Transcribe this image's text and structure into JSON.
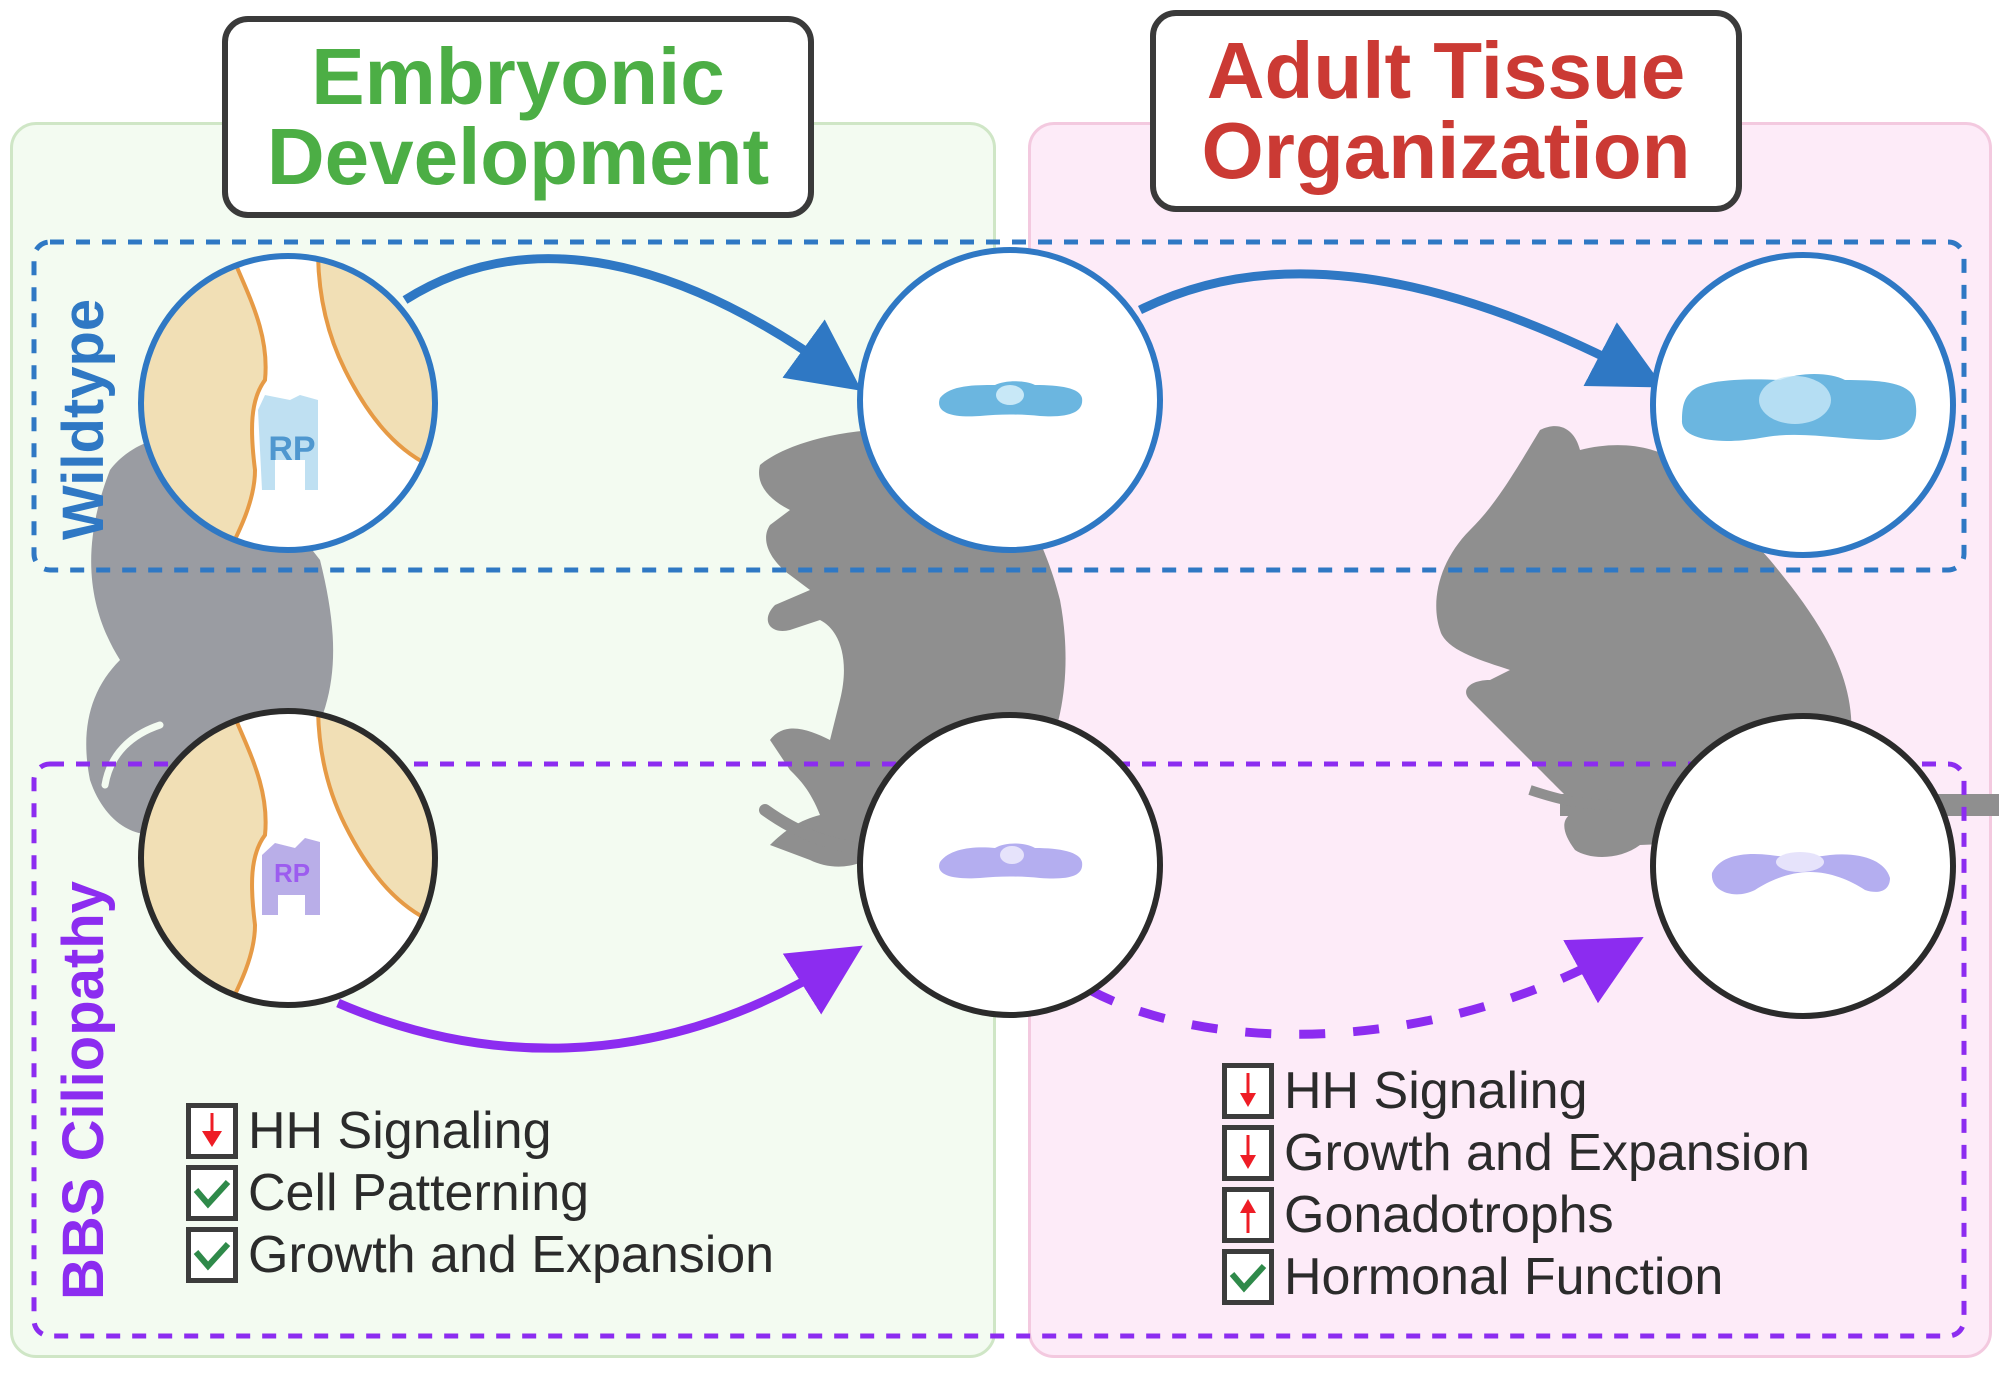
{
  "headers": {
    "embryonic": {
      "line1": "Embryonic",
      "line2": "Development"
    },
    "adult": {
      "line1": "Adult Tissue",
      "line2": "Organization"
    }
  },
  "rows": {
    "wildtype": "Wildtype",
    "bbs": "BBS Ciliopathy"
  },
  "rp_label": "RP",
  "legends": {
    "embryonic": [
      {
        "label": "HH Signaling",
        "icon": "arrow-down-icon"
      },
      {
        "label": "Cell Patterning",
        "icon": "checkmark-icon"
      },
      {
        "label": "Growth and Expansion",
        "icon": "checkmark-icon"
      }
    ],
    "adult": [
      {
        "label": "HH Signaling",
        "icon": "arrow-down-icon"
      },
      {
        "label": "Growth and Expansion",
        "icon": "arrow-down-icon"
      },
      {
        "label": "Gonadotrophs",
        "icon": "arrow-up-icon"
      },
      {
        "label": "Hormonal Function",
        "icon": "checkmark-icon"
      }
    ]
  },
  "colors": {
    "embryonic_title": "#4cae45",
    "adult_title": "#cb3a34",
    "wildtype": "#2f78c4",
    "bbs": "#8c2cf0",
    "embryonic_panel": "#f3fbf1",
    "adult_panel": "#fdebf8",
    "mouse": "#8f8f8f",
    "tissue": "#f1dfb5",
    "tissue_edge": "#e69a45",
    "pituitary_wt": "#6bb6e0",
    "pituitary_bbs": "#b4aef0",
    "arrow_down": "#ee1c25",
    "check": "#2f8a4a"
  }
}
